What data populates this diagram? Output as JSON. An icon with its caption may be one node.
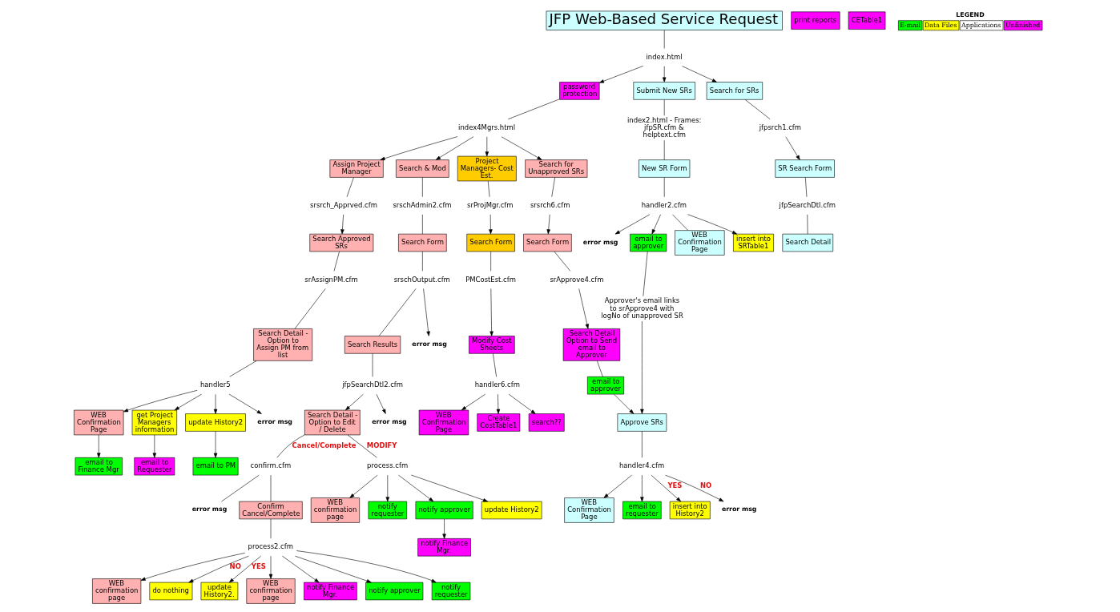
{
  "diagram": {
    "nodes": [
      {
        "text": [
          "JFP Web-Based Service Request"
        ]
      },
      {
        "text": [
          "index.html"
        ]
      },
      {
        "text": [
          "password protection"
        ]
      },
      {
        "text": [
          "Submit New SRs"
        ]
      },
      {
        "text": [
          "Search for SRs"
        ]
      },
      {
        "text": [
          "index4Mgrs.html"
        ]
      },
      {
        "text": [
          "Project Managers- Cost Est."
        ]
      },
      {
        "text": [
          "index2.html - Frames: jfpSR.cfm & helptext.cfm"
        ]
      },
      {
        "text": [
          "jfpsrch1.cfm"
        ]
      },
      {
        "text": [
          "New SR Form"
        ]
      },
      {
        "text": [
          "SR Search Form"
        ]
      },
      {
        "text": [
          "handler2.cfm"
        ]
      },
      {
        "text": [
          "jfpSearchDtl.cfm"
        ]
      },
      {
        "text": [
          "Search Detail"
        ]
      },
      {
        "text": [
          "insert into SRTable1"
        ]
      },
      {
        "text": [
          "error msg"
        ]
      },
      {
        "text": [
          "email to approver"
        ]
      },
      {
        "text": [
          "WEB Confirmation Page"
        ]
      },
      {
        "text": [
          "Approver's email links to srApprove4 with logNo of unapproved SR"
        ]
      },
      {
        "text": [
          "Search for Unapproved SRs"
        ]
      },
      {
        "text": [
          "Assign Project Manager"
        ]
      },
      {
        "text": [
          "Search & Mod"
        ]
      },
      {
        "text": [
          "srsrch6.cfm"
        ]
      },
      {
        "text": [
          "srsrch_Apprved.cfm"
        ]
      },
      {
        "text": [
          "srschAdmin2.cfm"
        ]
      },
      {
        "text": [
          "Search Form"
        ]
      },
      {
        "text": [
          "Search Approved SRs"
        ]
      },
      {
        "text": [
          "Search Form"
        ]
      },
      {
        "text": [
          "srApprove4.cfm"
        ]
      },
      {
        "text": [
          "srAssignPM.cfm"
        ]
      },
      {
        "text": [
          "srschOutput.cfm"
        ]
      },
      {
        "text": [
          "Search Detail Option to Send email to Approver"
        ]
      },
      {
        "text": [
          "Search Detail - Option to Assign PM from list"
        ]
      },
      {
        "text": [
          "Search Results"
        ]
      },
      {
        "text": [
          "error msg"
        ]
      },
      {
        "text": [
          "jfpSearchDtl2.cfm"
        ]
      },
      {
        "text": [
          "error msg"
        ]
      },
      {
        "text": [
          "Search Detail - Option to Edit / Delete"
        ]
      },
      {
        "text": [
          "email to approver"
        ]
      },
      {
        "text": [
          "Approve SRs"
        ]
      },
      {
        "text": [
          "handler4.cfm"
        ]
      },
      {
        "text": [
          "insert into History2"
        ]
      },
      {
        "text": [
          "error msg"
        ]
      },
      {
        "text": [
          "WEB Confirmation Page"
        ]
      },
      {
        "text": [
          "email to requester"
        ]
      },
      {
        "text": [
          "handler5"
        ]
      },
      {
        "text": [
          "get Project Managers information"
        ]
      },
      {
        "text": [
          "update History2"
        ]
      },
      {
        "text": [
          "error msg"
        ]
      },
      {
        "text": [
          "WEB Confirmation Page"
        ]
      },
      {
        "text": [
          "email to Requester"
        ]
      },
      {
        "text": [
          "email to PM"
        ]
      },
      {
        "text": [
          "email to Finance Mgr"
        ]
      },
      {
        "text": [
          "process.cfm"
        ]
      },
      {
        "text": [
          "notify approver"
        ]
      },
      {
        "text": [
          "update History2"
        ]
      },
      {
        "text": [
          "WEB confirmation page"
        ]
      },
      {
        "text": [
          "notify requester"
        ]
      },
      {
        "text": [
          "notify Finance Mgr."
        ]
      },
      {
        "text": [
          "confirm.cfm"
        ]
      },
      {
        "text": [
          "error msg"
        ]
      },
      {
        "text": [
          "Confirm Cancel/Complete"
        ]
      },
      {
        "text": [
          "process2.cfm"
        ]
      },
      {
        "text": [
          "WEB confirmation page"
        ]
      },
      {
        "text": [
          "do nothing"
        ]
      },
      {
        "text": [
          "update History2."
        ]
      },
      {
        "text": [
          "WEB confirmation page"
        ]
      },
      {
        "text": [
          "notify Finance Mgr."
        ]
      },
      {
        "text": [
          "notify approver"
        ]
      },
      {
        "text": [
          "notify requester"
        ]
      },
      {
        "text": [
          "srProjMgr.cfm"
        ]
      },
      {
        "text": [
          "Search Form"
        ]
      },
      {
        "text": [
          "PMCostEst.cfm"
        ]
      },
      {
        "text": [
          "Modify Cost Sheets"
        ]
      },
      {
        "text": [
          "handler6.cfm"
        ]
      },
      {
        "text": [
          "Create CostTable1"
        ]
      },
      {
        "text": [
          "search??"
        ]
      },
      {
        "text": [
          "WEB Confirmation Page"
        ]
      },
      {
        "text": [
          "print reports"
        ]
      },
      {
        "text": [
          "CETable1"
        ]
      }
    ],
    "edges": [
      {
        "from": 0,
        "to": 1,
        "arrow": "none"
      },
      {
        "from": 1,
        "to": 2,
        "arrow": "to"
      },
      {
        "from": 1,
        "to": 3,
        "arrow": "to"
      },
      {
        "from": 1,
        "to": 4,
        "arrow": "to"
      },
      {
        "from": 2,
        "to": 5,
        "arrow": "none"
      },
      {
        "from": 5,
        "to": 6,
        "arrow": "to"
      },
      {
        "from": 5,
        "to": 19,
        "arrow": "to"
      },
      {
        "from": 5,
        "to": 20,
        "arrow": "to"
      },
      {
        "from": 5,
        "to": 21,
        "arrow": "to"
      },
      {
        "from": 3,
        "to": 7,
        "arrow": "none"
      },
      {
        "from": 7,
        "to": 9,
        "arrow": "none"
      },
      {
        "from": 4,
        "to": 8,
        "arrow": "none"
      },
      {
        "from": 8,
        "to": 10,
        "arrow": "to"
      },
      {
        "from": 9,
        "to": 11,
        "arrow": "none"
      },
      {
        "from": 10,
        "to": 12,
        "arrow": "none"
      },
      {
        "from": 12,
        "to": 13,
        "arrow": "none"
      },
      {
        "from": 11,
        "to": 14,
        "arrow": "to"
      },
      {
        "from": 11,
        "to": 15,
        "arrow": "to"
      },
      {
        "from": 11,
        "to": 16,
        "arrow": "to"
      },
      {
        "from": 11,
        "to": 17,
        "arrow": "none"
      },
      {
        "from": 16,
        "to": 18,
        "arrow": "none"
      },
      {
        "from": 18,
        "to": 39,
        "arrow": "to"
      },
      {
        "from": 19,
        "to": 22,
        "arrow": "none"
      },
      {
        "from": 22,
        "to": 25,
        "arrow": "to"
      },
      {
        "from": 20,
        "to": 23,
        "arrow": "none"
      },
      {
        "from": 23,
        "to": 26,
        "arrow": "to"
      },
      {
        "from": 21,
        "to": 24,
        "arrow": "none"
      },
      {
        "from": 24,
        "to": 27,
        "arrow": "none"
      },
      {
        "from": 25,
        "to": 28,
        "arrow": "none"
      },
      {
        "from": 28,
        "to": 31,
        "arrow": "to"
      },
      {
        "from": 26,
        "to": 29,
        "arrow": "none"
      },
      {
        "from": 29,
        "to": 32,
        "arrow": "none"
      },
      {
        "from": 27,
        "to": 30,
        "arrow": "none"
      },
      {
        "from": 30,
        "to": 33,
        "arrow": "none"
      },
      {
        "from": 30,
        "to": 34,
        "arrow": "to"
      },
      {
        "from": 33,
        "to": 35,
        "arrow": "none"
      },
      {
        "from": 35,
        "to": 36,
        "arrow": "to"
      },
      {
        "from": 35,
        "to": 37,
        "arrow": "to"
      },
      {
        "from": 31,
        "to": 38,
        "arrow": "none"
      },
      {
        "from": 38,
        "to": 39,
        "arrow": "to"
      },
      {
        "from": 39,
        "to": 40,
        "arrow": "none"
      },
      {
        "from": 40,
        "to": 41,
        "arrow": "to",
        "label": "YES"
      },
      {
        "from": 40,
        "to": 42,
        "arrow": "to",
        "label": "NO"
      },
      {
        "from": 40,
        "to": 43,
        "arrow": "to"
      },
      {
        "from": 40,
        "to": 44,
        "arrow": "to"
      },
      {
        "from": 32,
        "to": 45,
        "arrow": "none"
      },
      {
        "from": 45,
        "to": 46,
        "arrow": "to"
      },
      {
        "from": 45,
        "to": 47,
        "arrow": "to"
      },
      {
        "from": 45,
        "to": 48,
        "arrow": "to"
      },
      {
        "from": 45,
        "to": 49,
        "arrow": "to"
      },
      {
        "from": 46,
        "to": 50,
        "arrow": "to"
      },
      {
        "from": 47,
        "to": 51,
        "arrow": "to"
      },
      {
        "from": 49,
        "to": 52,
        "arrow": "to"
      },
      {
        "from": 37,
        "to": 53,
        "arrow": "none",
        "label": "MODIFY"
      },
      {
        "from": 53,
        "to": 54,
        "arrow": "to"
      },
      {
        "from": 53,
        "to": 55,
        "arrow": "to"
      },
      {
        "from": 53,
        "to": 56,
        "arrow": "to"
      },
      {
        "from": 53,
        "to": 57,
        "arrow": "to"
      },
      {
        "from": 54,
        "to": 58,
        "arrow": "to"
      },
      {
        "from": 37,
        "to": 59,
        "arrow": "none",
        "label": "Cancel/Complete"
      },
      {
        "from": 59,
        "to": 60,
        "arrow": "none"
      },
      {
        "from": 59,
        "to": 61,
        "arrow": "none"
      },
      {
        "from": 61,
        "to": 62,
        "arrow": "none"
      },
      {
        "from": 62,
        "to": 63,
        "arrow": "to"
      },
      {
        "from": 62,
        "to": 64,
        "arrow": "to",
        "label": "NO"
      },
      {
        "from": 62,
        "to": 65,
        "arrow": "to",
        "label": "YES"
      },
      {
        "from": 62,
        "to": 66,
        "arrow": "to"
      },
      {
        "from": 62,
        "to": 67,
        "arrow": "to"
      },
      {
        "from": 62,
        "to": 68,
        "arrow": "to"
      },
      {
        "from": 62,
        "to": 69,
        "arrow": "to"
      },
      {
        "from": 6,
        "to": 70,
        "arrow": "none"
      },
      {
        "from": 70,
        "to": 71,
        "arrow": "to"
      },
      {
        "from": 71,
        "to": 72,
        "arrow": "none"
      },
      {
        "from": 72,
        "to": 73,
        "arrow": "to"
      },
      {
        "from": 73,
        "to": 74,
        "arrow": "none"
      },
      {
        "from": 74,
        "to": 75,
        "arrow": "to"
      },
      {
        "from": 74,
        "to": 76,
        "arrow": "to"
      },
      {
        "from": 74,
        "to": 77,
        "arrow": "to"
      }
    ],
    "labels": [
      "LEGEND"
    ],
    "legend": [
      {
        "text": "E-mail",
        "color": "#00ff00"
      },
      {
        "text": "Data Files",
        "color": "#ffff00"
      },
      {
        "text": "Applications",
        "color": "#ffffff"
      },
      {
        "text": "Unfinished",
        "color": "#ff00ff"
      }
    ]
  }
}
